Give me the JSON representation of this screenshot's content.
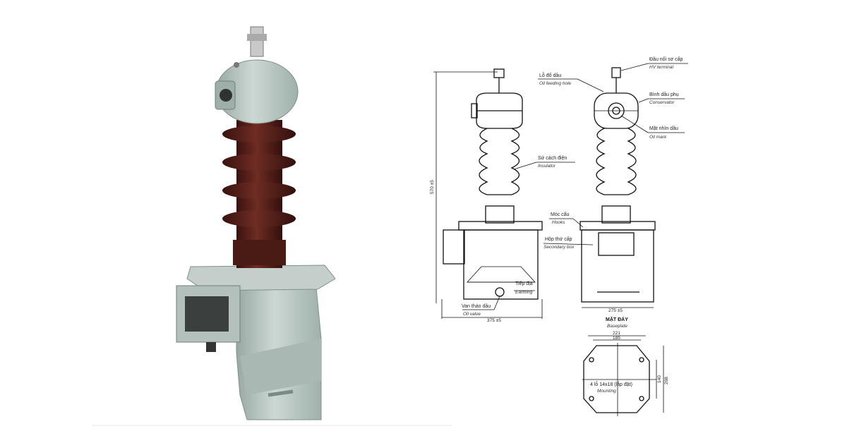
{
  "labels": {
    "hv_terminal": {
      "vi": "Đầu nối sơ cấp",
      "en": "HV terminal"
    },
    "oil_feeding_hole": {
      "vi": "Lỗ đổ dầu",
      "en": "Oil feeding hole"
    },
    "conservator": {
      "vi": "Bình dầu phụ",
      "en": "Conservator"
    },
    "oil_mark": {
      "vi": "Mặt nhìn dầu",
      "en": "Oil mark"
    },
    "insulator": {
      "vi": "Sứ cách điện",
      "en": "Insulator"
    },
    "hooks": {
      "vi": "Móc cẩu",
      "en": "Hooks"
    },
    "secondary_box": {
      "vi": "Hộp thứ cấp",
      "en": "Secondary box"
    },
    "earthing": {
      "vi": "Tiếp địa",
      "en": "Earthing"
    },
    "oil_valve": {
      "vi": "Van tháo dầu",
      "en": "Oil valve"
    },
    "mounting": {
      "vi": "4 lỗ 14x18 (lắp đặt)",
      "en": "Mounting"
    }
  },
  "dimensions": {
    "height": "570 ±5",
    "front_width": "375 ±5",
    "side_width": "275 ±5",
    "base_outer": "221",
    "base_inner": "185",
    "base_h_inner": "140",
    "base_h_outer": "208"
  },
  "baseplate": {
    "vi": "MẶT ĐÁY",
    "en": "Baseplate"
  },
  "colors": {
    "body": "#b9c6c1",
    "insulator": "#4e1d18",
    "line": "#111111"
  }
}
